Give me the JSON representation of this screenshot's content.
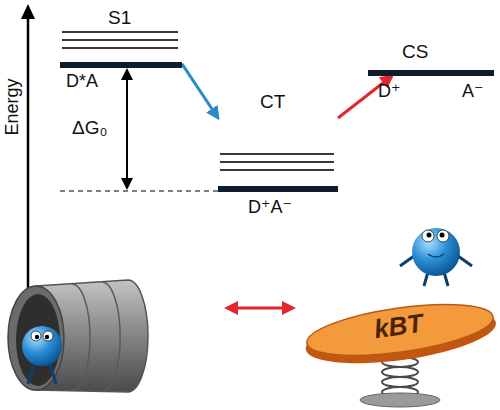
{
  "diagram": {
    "nodes": [
      {
        "text": [
          "S1",
          "D*A"
        ]
      },
      {
        "text": [
          "CT",
          "D⁺A⁻"
        ]
      },
      {
        "text": [
          "CS",
          "D⁺",
          "A⁻"
        ]
      },
      {
        "text": [
          "kBT"
        ]
      }
    ],
    "edges": [
      {
        "from": 0,
        "to": 1,
        "arrow": "to"
      },
      {
        "from": 1,
        "to": 2,
        "arrow": "to"
      }
    ],
    "labels": [
      "Energy",
      "ΔG₀"
    ]
  }
}
